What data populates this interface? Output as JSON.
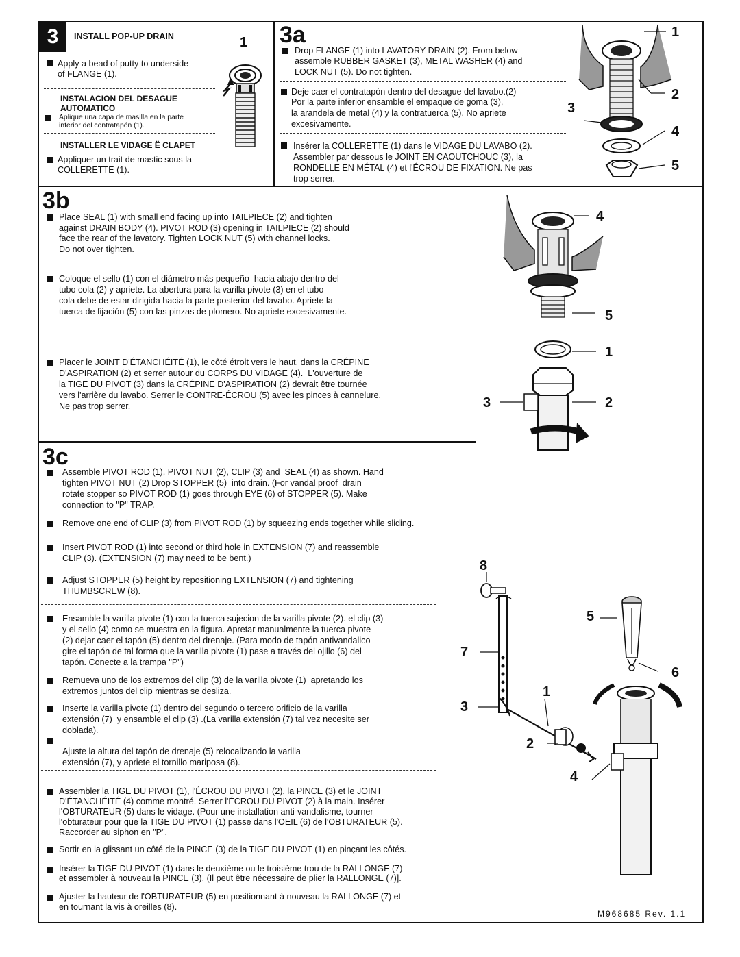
{
  "step3": {
    "badge": "3",
    "title": "INSTALL POP-UP DRAIN",
    "en_1": "Apply a bead of putty to underside",
    "en_2": "of FLANGE (1).",
    "es_title_1": "INSTALACION DEL DESAGUE",
    "es_title_2": "AUTOMATICO",
    "es_1": "Aplique una capa de masilla en la parte",
    "es_2": "inferior del contratapón (1).",
    "fr_title": "INSTALLER LE VIDAGE Ë CLAPET",
    "fr_1": "Appliquer un trait de mastic sous la",
    "fr_2": "COLLERETTE (1).",
    "callout": "1"
  },
  "step3a": {
    "heading": "3a",
    "en": [
      "Drop FLANGE (1) into LAVATORY DRAIN (2). From below",
      "assemble RUBBER GASKET (3), METAL WASHER (4) and",
      "LOCK NUT (5). Do not tighten."
    ],
    "es": [
      "Deje caer el contratapón dentro del desague del lavabo.(2)",
      "Por la parte inferior ensamble el empaque de goma (3),",
      "la arandela de metal (4) y la contratuerca (5). No apriete",
      "excesivamente."
    ],
    "fr": [
      "Insérer la COLLERETTE (1) dans le VIDAGE DU LAVABO (2).",
      "Assembler par dessous le JOINT EN CAOUTCHOUC (3), la",
      "RONDELLE EN MÉTAL (4) et l'ÉCROU DE FIXATION. Ne pas",
      "trop serrer."
    ],
    "callouts": {
      "c1": "1",
      "c2": "2",
      "c3": "3",
      "c4": "4",
      "c5": "5"
    }
  },
  "step3b": {
    "heading": "3b",
    "en": [
      "Place SEAL (1) with small end facing up into TAILPIECE (2) and tighten",
      "against DRAIN BODY (4). PIVOT ROD (3) opening in TAILPIECE (2) should",
      "face the rear of the lavatory. Tighten LOCK NUT (5) with channel locks.",
      "Do not over tighten."
    ],
    "es": [
      "Coloque el sello (1) con el diámetro más pequeño  hacia abajo dentro del",
      "tubo cola (2) y apriete. La abertura para la varilla pivote (3) en el tubo",
      "cola debe de estar dirigida hacia la parte posterior del lavabo. Apriete la",
      "tuerca de fijación (5) con las pinzas de plomero. No apriete excesivamente."
    ],
    "fr": [
      "Placer le JOINT D'ÉTANCHÉITÉ (1), le côté étroit vers le haut, dans la CRÉPINE",
      "D'ASPIRATION (2) et serrer autour du CORPS DU VIDAGE (4).  L'ouverture de",
      "la TIGE DU PIVOT (3) dans la CRÉPINE D'ASPIRATION (2) devrait être tournée",
      "vers l'arrière du lavabo. Serrer le CONTRE-ÉCROU (5) avec les pinces à cannelure.",
      "Ne pas trop serrer."
    ],
    "callouts": {
      "c4": "4",
      "c5": "5",
      "c1": "1",
      "c3": "3",
      "c2": "2"
    }
  },
  "step3c": {
    "heading": "3c",
    "en1": [
      "Assemble PIVOT ROD (1), PIVOT NUT (2), CLIP (3) and  SEAL (4) as shown. Hand",
      "tighten PIVOT NUT (2) Drop STOPPER (5)  into drain. (For vandal proof  drain",
      "rotate stopper so PIVOT ROD (1) goes through EYE (6) of STOPPER (5). Make",
      "connection to \"P\" TRAP."
    ],
    "en2": [
      "Remove one end of CLIP (3) from PIVOT ROD (1) by squeezing ends together while sliding."
    ],
    "en3": [
      "Insert PIVOT ROD (1) into second or third hole in EXTENSION (7) and reassemble",
      "CLIP (3). (EXTENSION (7) may need to be bent.)"
    ],
    "en4": [
      "Adjust STOPPER (5) height by repositioning EXTENSION (7) and tightening",
      "THUMBSCREW (8)."
    ],
    "es1": [
      "Ensamble la varilla pivote (1) con la tuerca sujecion de la varilla pivote (2). el clip (3)",
      "y el sello (4) como se muestra en la figura. Apretar manualmente la tuerca pivote",
      "(2) dejar caer el tapón (5) dentro del drenaje. (Para modo de tapón antivandalico",
      "gire el tapón de tal forma que la varilla pivote (1) pase a través del ojillo (6) del",
      "tapón. Conecte a la trampa \"P\")"
    ],
    "es2": [
      "Remueva uno de los extremos del clip (3) de la varilla pivote (1)  apretando los",
      "extremos juntos del clip mientras se desliza."
    ],
    "es3": [
      "Inserte la varilla pivote (1) dentro del segundo o tercero orificio de la varilla",
      "extensión (7)  y ensamble el clip (3) .(La varilla extensión (7) tal vez necesite ser",
      "doblada)."
    ],
    "es4": [
      "Ajuste la altura del tapón de drenaje (5) relocalizando la varilla",
      "extensión (7), y apriete el tornillo mariposa (8)."
    ],
    "fr1": [
      "Assembler la TIGE DU PIVOT (1), l'ÉCROU DU PIVOT (2), la PINCE (3) et le JOINT",
      "D'ÉTANCHÉITÉ (4) comme montré. Serrer l'ÉCROU DU PIVOT (2) à la main. Insérer",
      "l'OBTURATEUR (5) dans le vidage. (Pour une installation anti-vandalisme, tourner",
      "l'obturateur pour que la TIGE DU PIVOT (1) passe dans l'OEIL (6) de l'OBTURATEUR (5).",
      "Raccorder au siphon en \"P\"."
    ],
    "fr2": [
      "Sortir en la glissant un côté de la PINCE (3) de la TIGE DU PIVOT (1) en pinçant les côtés."
    ],
    "fr3": [
      "Insérer la TIGE DU PIVOT (1) dans le deuxième ou le troisième trou de la RALLONGE (7)",
      "et assembler à nouveau la PINCE (3). (Il peut être nécessaire de plier la RALLONGE (7)]."
    ],
    "fr4": [
      "Ajuster la hauteur de l'OBTURATEUR (5) en positionnant à nouveau la RALLONGE (7) et",
      "en tournant la vis à oreilles (8)."
    ],
    "callouts": {
      "c8": "8",
      "c5": "5",
      "c7": "7",
      "c6": "6",
      "c1": "1",
      "c3": "3",
      "c2": "2",
      "c4": "4"
    }
  },
  "footer": {
    "code": "M968685 Rev. 1.1"
  }
}
